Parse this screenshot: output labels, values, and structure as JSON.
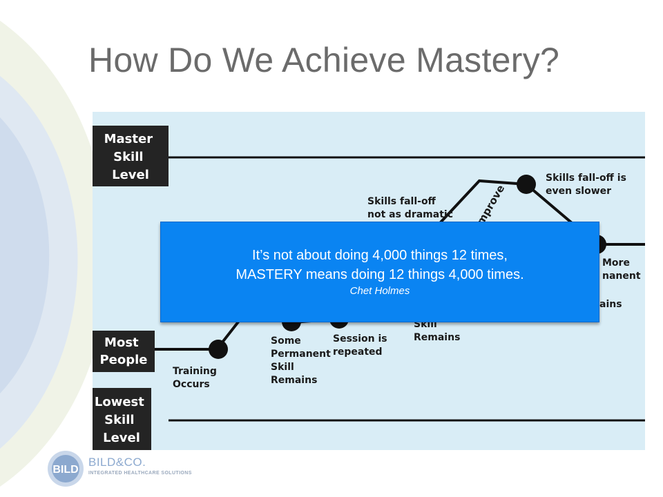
{
  "slide": {
    "title": "How Do We Achieve Mastery?"
  },
  "diagram": {
    "levels": {
      "master": [
        "Master",
        "Skill",
        "Level"
      ],
      "most": [
        "Most",
        "People"
      ],
      "lowest": [
        "Lowest",
        "Skill",
        "Level"
      ]
    },
    "annotations": {
      "training": [
        "Training",
        "Occurs"
      ],
      "some_skill": [
        "Some",
        "Permanent",
        "Skill",
        "Remains"
      ],
      "session": [
        "Session is",
        "repeated"
      ],
      "falloff_dramatic": [
        "Skills fall-off",
        "not as dramatic"
      ],
      "skill_remains": [
        "Skill",
        "Remains"
      ],
      "improve": "Improve",
      "falloff_slower": [
        "Skills fall-off is",
        "even slower"
      ],
      "more_permanent": [
        "More",
        "nanent"
      ],
      "remains_fragment": "ains"
    }
  },
  "quote": {
    "line1": "It’s not about doing 4,000 things 12 times,",
    "line2": "MASTERY means doing 12 things 4,000 times.",
    "author": "Chet Holmes"
  },
  "logo": {
    "mark": "BILD",
    "name": "BILD&CO.",
    "tagline": "INTEGRATED HEALTHCARE SOLUTIONS"
  },
  "colors": {
    "quote_bg": "#0a84f2",
    "diagram_bg": "#d9edf6",
    "label_bg": "#242424",
    "title": "#6b6b6b"
  }
}
